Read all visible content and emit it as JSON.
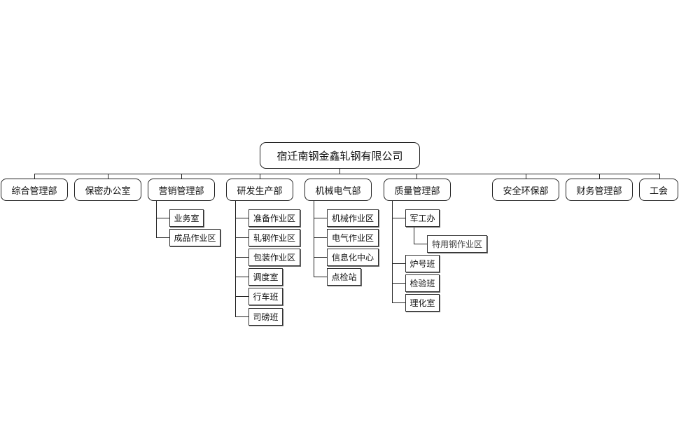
{
  "root": "宿迁南钢金鑫轧钢有限公司",
  "departments": [
    "综合管理部",
    "保密办公室",
    "营销管理部",
    "研发生产部",
    "机械电气部",
    "质量管理部",
    "安全环保部",
    "财务管理部",
    "工会"
  ],
  "marketing": [
    "业务室",
    "成品作业区"
  ],
  "production": [
    "准备作业区",
    "轧钢作业区",
    "包装作业区",
    "调度室",
    "行车班",
    "司磅班"
  ],
  "mech": [
    "机械作业区",
    "电气作业区",
    "信息化中心",
    "点检站"
  ],
  "quality": {
    "military": "军工办",
    "special": "特用钢作业区",
    "others": [
      "炉号班",
      "检验班",
      "理化室"
    ]
  }
}
